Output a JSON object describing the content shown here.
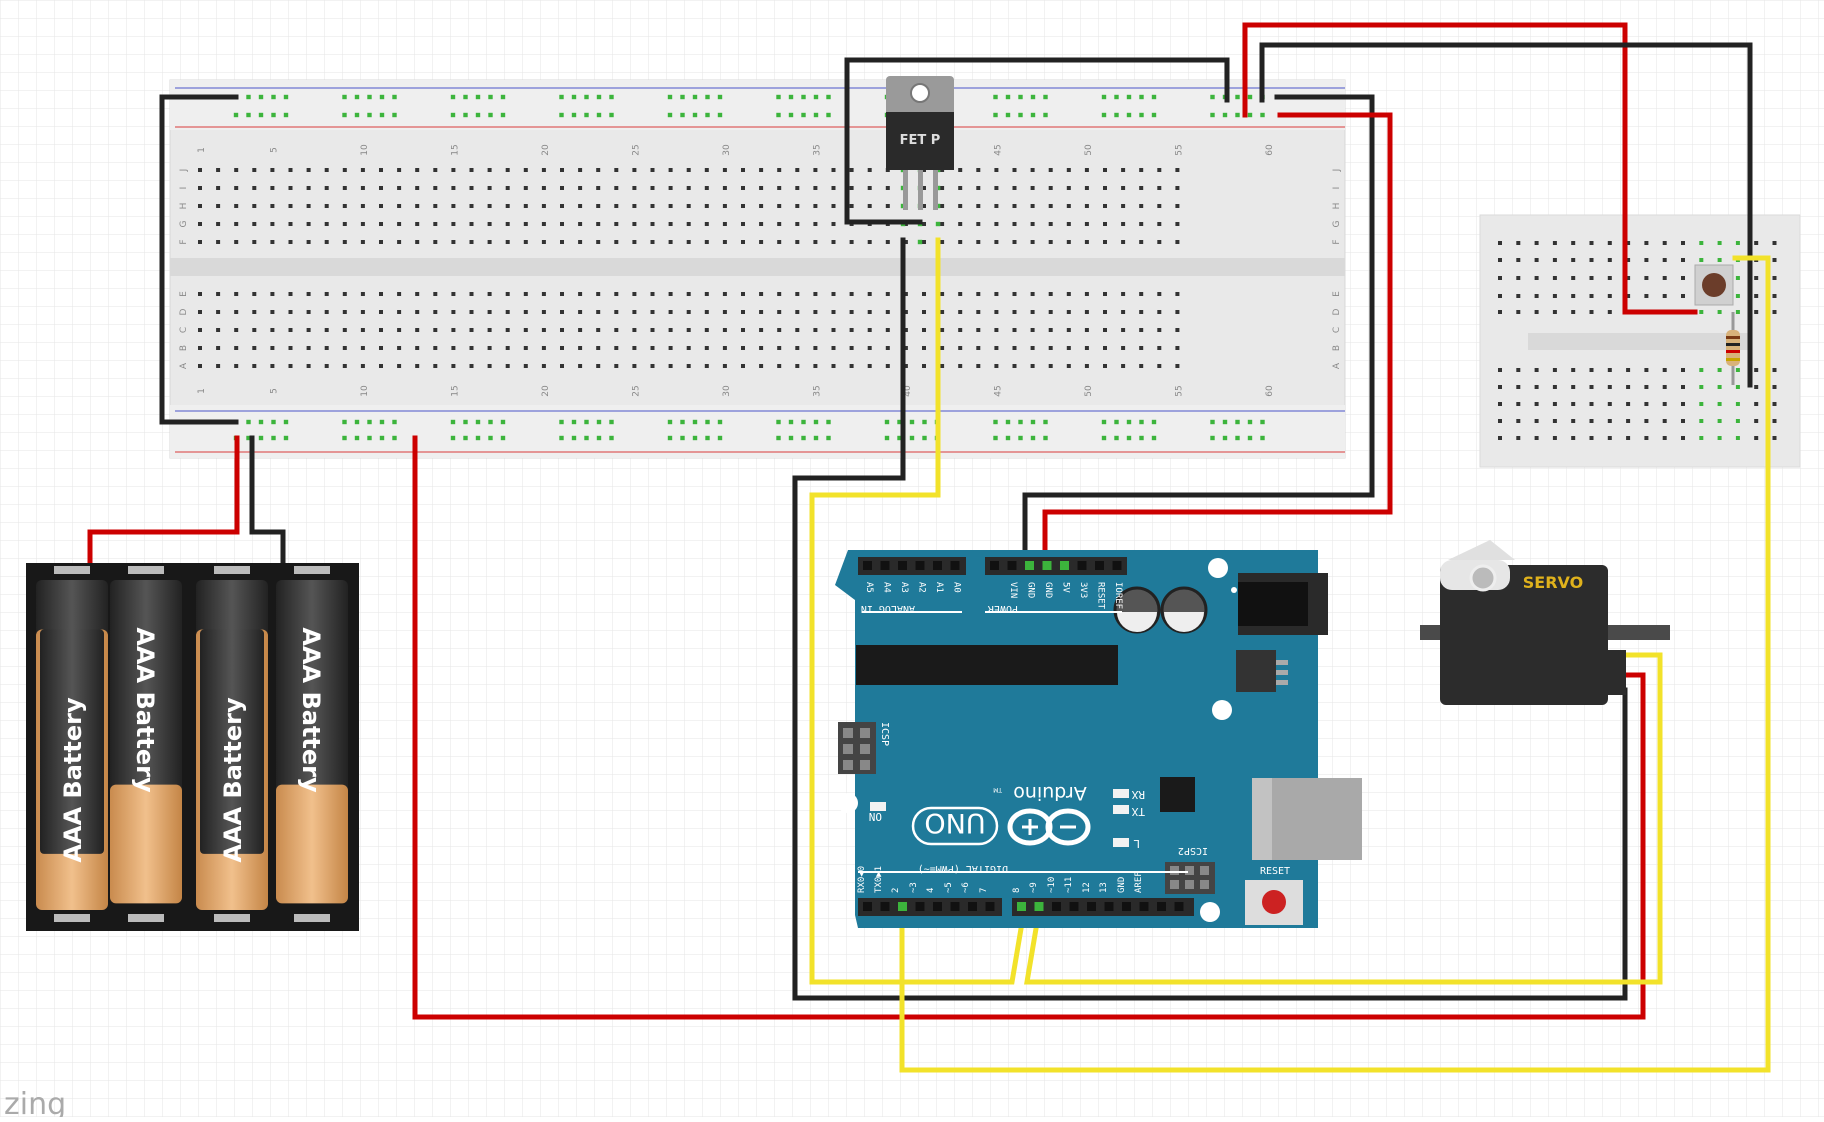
{
  "watermark": "zing",
  "breadboard": {
    "top_numbers": [
      "1",
      "5",
      "10",
      "15",
      "20",
      "25",
      "30",
      "35",
      "40",
      "45",
      "50",
      "55",
      "60"
    ],
    "bottom_numbers": [
      "1",
      "5",
      "10",
      "15",
      "20",
      "25",
      "30",
      "35",
      "40",
      "45",
      "50",
      "55",
      "60"
    ],
    "row_letters_upper": [
      "J",
      "I",
      "H",
      "G",
      "F"
    ],
    "row_letters_lower": [
      "E",
      "D",
      "C",
      "B",
      "A"
    ]
  },
  "fet_label": "FET P",
  "battery_label": "AAA Battery",
  "servo_label": "SERVO",
  "arduino": {
    "analog_pins": [
      "A5",
      "A4",
      "A3",
      "A2",
      "A1",
      "A0"
    ],
    "power_pins": [
      "VIN",
      "GND",
      "GND",
      "5V",
      "3V3",
      "RESET",
      "IOREF"
    ],
    "analog_in": "ANALOG IN",
    "power": "POWER",
    "brand": "Arduino",
    "tm": "TM",
    "model": "UNO",
    "on": "ON",
    "rx": "RX",
    "tx": "TX",
    "l": "L",
    "icsp": "ICSP",
    "icsp2": "ICSP2",
    "reset": "RESET",
    "digital": "DIGITAL (PWM=~)",
    "digital_pins": [
      "RX0◀0",
      "TX0▶1",
      "2",
      "~3",
      "4",
      "~5",
      "~6",
      "7",
      "8",
      "~9",
      "~10",
      "~11",
      "12",
      "13",
      "GND",
      "AREF"
    ]
  },
  "colors": {
    "wire_red": "#cc0000",
    "wire_black": "#222222",
    "wire_yellow": "#f2e22a",
    "arduino_blue": "#1f7a9a",
    "breadboard": "#e6e6e6",
    "grid": "#e8e8e8"
  }
}
